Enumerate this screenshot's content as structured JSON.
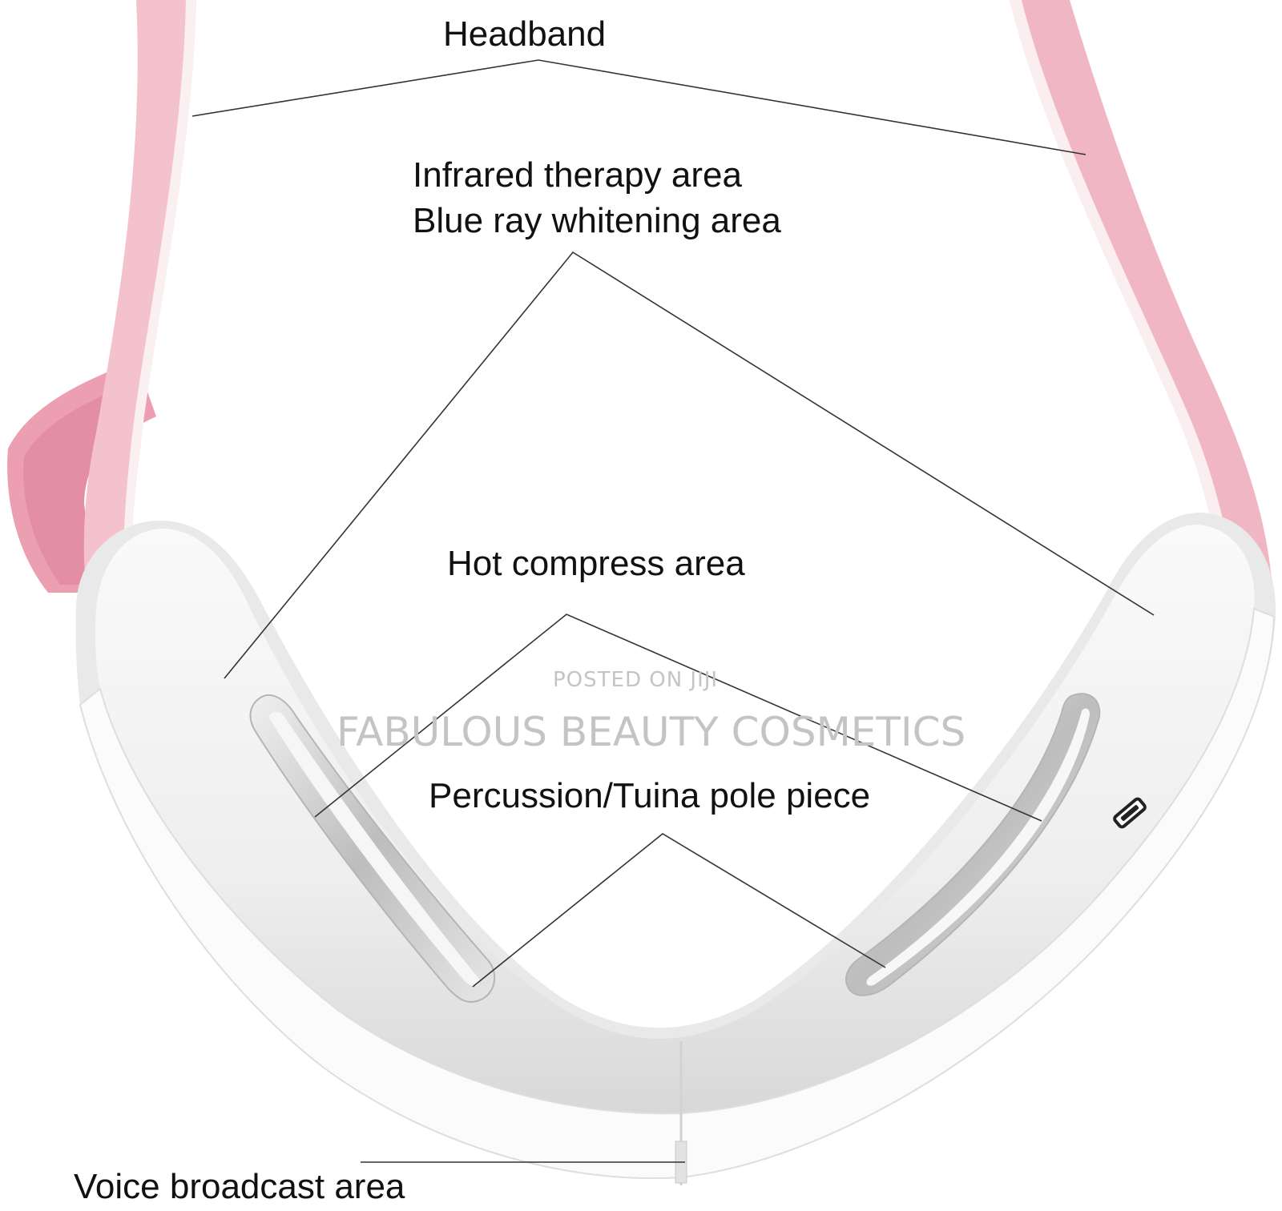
{
  "labels": {
    "headband": "Headband",
    "infrared": "Infrared therapy area",
    "blue_ray": "Blue ray whitening area",
    "hot_compress": "Hot compress area",
    "percussion": "Percussion/Tuina pole piece",
    "voice": "Voice broadcast area"
  },
  "watermark": {
    "line1": "POSTED ON JIJI",
    "line2": "FABULOUS BEAUTY COSMETICS"
  },
  "colors": {
    "strap_pink": "#f2b9c6",
    "strap_inner": "#e9a0b2",
    "device_white": "#f4f4f4",
    "device_shade": "#d6d6d6",
    "metal": "#c9c9c9",
    "leader_line": "#333333"
  }
}
